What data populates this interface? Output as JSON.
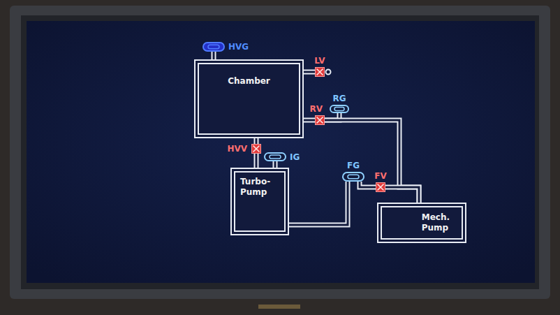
{
  "diagram": {
    "nodes": [
      {
        "text": [
          "Chamber"
        ]
      },
      {
        "text": [
          "HVG"
        ]
      },
      {
        "text": [
          "LV"
        ]
      },
      {
        "text": [
          "RG"
        ]
      },
      {
        "text": [
          "RV"
        ]
      },
      {
        "text": [
          "HVV"
        ]
      },
      {
        "text": [
          "IG"
        ]
      },
      {
        "text": [
          "Turbo-Pump"
        ]
      },
      {
        "text": [
          "FG"
        ]
      },
      {
        "text": [
          "FV"
        ]
      },
      {
        "text": [
          "Mech. Pump"
        ]
      }
    ],
    "edges": [
      {
        "from": 0,
        "to": 1,
        "arrow": "none"
      },
      {
        "from": 0,
        "to": 2,
        "arrow": "none"
      },
      {
        "from": 0,
        "to": 4,
        "arrow": "none"
      },
      {
        "from": 4,
        "to": 3,
        "arrow": "none"
      },
      {
        "from": 4,
        "to": 10,
        "arrow": "none"
      },
      {
        "from": 0,
        "to": 5,
        "arrow": "none"
      },
      {
        "from": 5,
        "to": 7,
        "arrow": "none"
      },
      {
        "from": 7,
        "to": 6,
        "arrow": "none"
      },
      {
        "from": 7,
        "to": 8,
        "arrow": "none"
      },
      {
        "from": 8,
        "to": 9,
        "arrow": "none"
      },
      {
        "from": 9,
        "to": 10,
        "arrow": "none"
      }
    ]
  }
}
